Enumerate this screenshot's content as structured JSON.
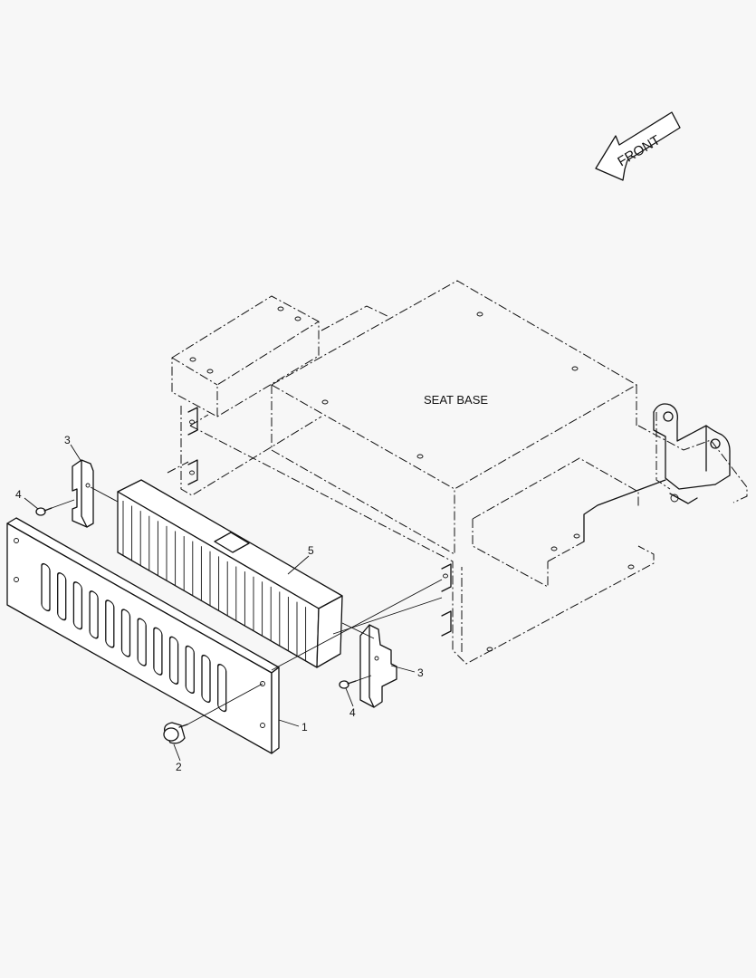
{
  "direction_arrow": {
    "label": "FRONT"
  },
  "assembly": {
    "label": "SEAT BASE"
  },
  "callouts": [
    {
      "id": "1"
    },
    {
      "id": "2"
    },
    {
      "id": "3"
    },
    {
      "id": "3"
    },
    {
      "id": "4"
    },
    {
      "id": "4"
    },
    {
      "id": "5"
    }
  ]
}
